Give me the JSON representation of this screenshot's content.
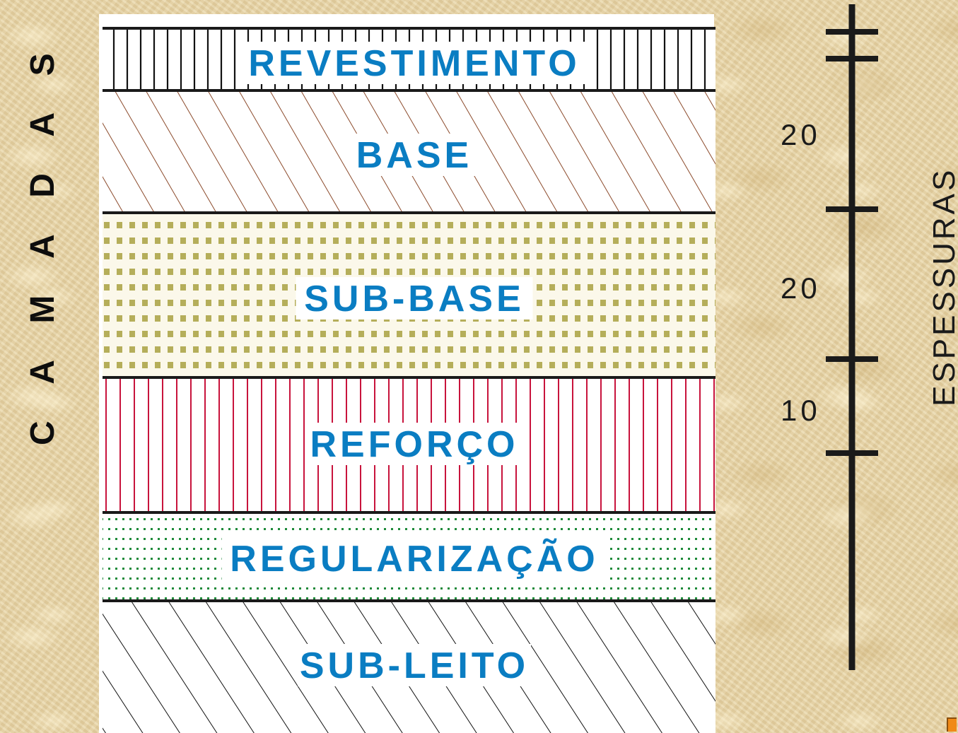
{
  "side_title": "C A M A D A S",
  "axis_title": "ESPESSURAS",
  "layers": [
    {
      "id": "revestimento",
      "label": "REVESTIMENTO",
      "pattern": "vertical-black"
    },
    {
      "id": "base",
      "label": "BASE",
      "pattern": "diagonal-brown"
    },
    {
      "id": "sub-base",
      "label": "SUB-BASE",
      "pattern": "dots-olive"
    },
    {
      "id": "reforco",
      "label": "REFORÇO",
      "pattern": "vertical-red"
    },
    {
      "id": "regularizacao",
      "label": "REGULARIZAÇÃO",
      "pattern": "dots-green"
    },
    {
      "id": "sub-leito",
      "label": "SUB-LEITO",
      "pattern": "diagonal-black"
    }
  ],
  "thickness_scale": {
    "labels": [
      "20",
      "20",
      "10"
    ]
  },
  "colors": {
    "label_blue": "#0a7dc2",
    "background": "#e6d3a6",
    "line": "#1a1a1a",
    "base_hatch": "#8b4a2b",
    "subbase_dots": "#b5ae5a",
    "reforco_lines": "#c8133c",
    "regularizacao_dots": "#1f8a3a"
  },
  "icons": {
    "corner": "slide-nav-icon"
  }
}
